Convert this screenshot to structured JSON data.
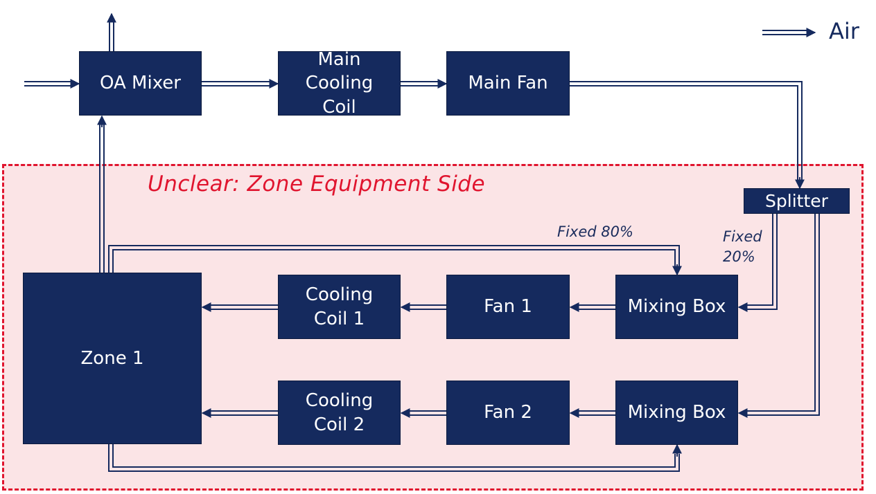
{
  "region_label": "Unclear: Zone Equipment Side",
  "legend": {
    "label": "Air"
  },
  "colors": {
    "box": "#152a5e",
    "arrow": "#152a5e",
    "region_border": "#e0142e",
    "region_fill": "#fbe4e6"
  },
  "nodes": {
    "oa_mixer": "OA Mixer",
    "main_cooling_coil": "Main\nCooling\nCoil",
    "main_fan": "Main Fan",
    "splitter": "Splitter",
    "zone1": "Zone 1",
    "cooling_coil_1": "Cooling\nCoil 1",
    "fan1": "Fan 1",
    "mixing_box_1": "Mixing Box",
    "cooling_coil_2": "Cooling\nCoil 2",
    "fan2": "Fan 2",
    "mixing_box_2": "Mixing Box"
  },
  "annotations": {
    "fixed80": "Fixed 80%",
    "fixed20": "Fixed\n20%"
  }
}
